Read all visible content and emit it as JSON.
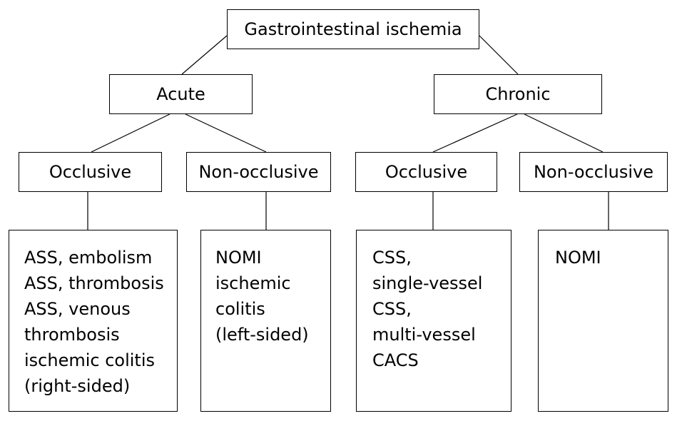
{
  "root": {
    "label": "Gastrointestinal ischemia"
  },
  "acute": {
    "label": "Acute",
    "occlusive": {
      "label": "Occlusive",
      "items": [
        "ASS, embolism",
        "ASS, thrombosis",
        "ASS, venous",
        "thrombosis",
        "ischemic colitis",
        "(right-sided)"
      ]
    },
    "non_occlusive": {
      "label": "Non-occlusive",
      "items": [
        "NOMI",
        "ischemic",
        "colitis",
        "(left-sided)"
      ]
    }
  },
  "chronic": {
    "label": "Chronic",
    "occlusive": {
      "label": "Occlusive",
      "items": [
        "CSS,",
        "single-vessel",
        "CSS,",
        "multi-vessel",
        "CACS"
      ]
    },
    "non_occlusive": {
      "label": "Non-occlusive",
      "items": [
        "NOMI"
      ]
    }
  }
}
